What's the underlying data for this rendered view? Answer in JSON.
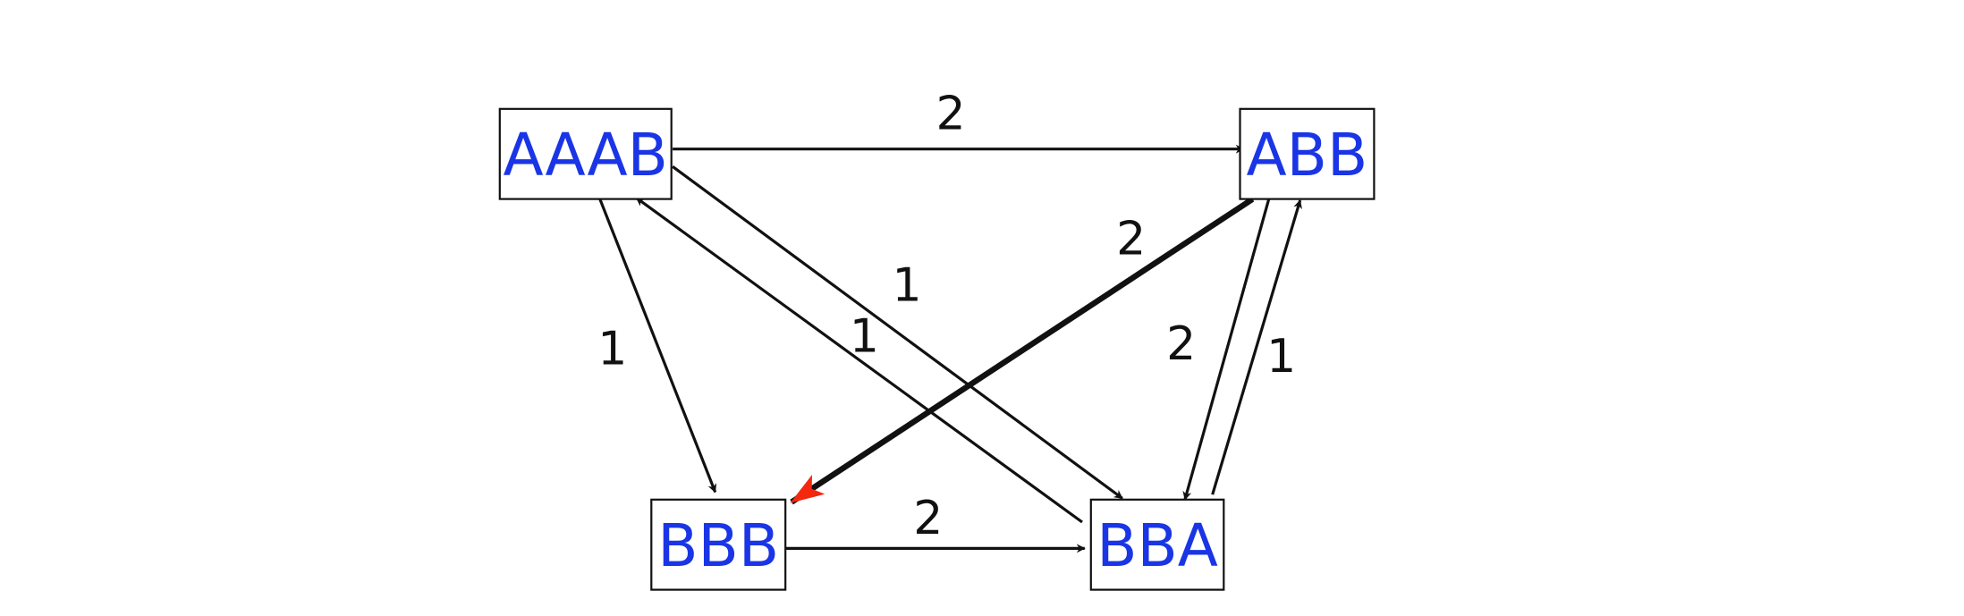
{
  "colors": {
    "node_text": "#1a35e6",
    "edge": "#111111",
    "highlight": "#f3280e",
    "node_border": "#111111",
    "background": "#ffffff"
  },
  "nodes": [
    {
      "id": "AAAB",
      "label": "AAAB"
    },
    {
      "id": "ABB",
      "label": "ABB"
    },
    {
      "id": "BBB",
      "label": "BBB"
    },
    {
      "id": "BBA",
      "label": "BBA"
    }
  ],
  "edges": [
    {
      "id": "aaab-abb",
      "from": "AAAB",
      "to": "ABB",
      "label": "2",
      "highlighted": false
    },
    {
      "id": "aaab-bbb",
      "from": "AAAB",
      "to": "BBB",
      "label": "1",
      "highlighted": false
    },
    {
      "id": "aaab-bba",
      "from": "AAAB",
      "to": "BBA",
      "label": "1",
      "highlighted": false
    },
    {
      "id": "bba-aaab",
      "from": "BBA",
      "to": "AAAB",
      "label": "1",
      "highlighted": false
    },
    {
      "id": "abb-bbb",
      "from": "ABB",
      "to": "BBB",
      "label": "2",
      "highlighted": true
    },
    {
      "id": "abb-bba",
      "from": "ABB",
      "to": "BBA",
      "label": "2",
      "highlighted": false
    },
    {
      "id": "bba-abb",
      "from": "BBA",
      "to": "ABB",
      "label": "1",
      "highlighted": false
    },
    {
      "id": "bbb-bba",
      "from": "BBB",
      "to": "BBA",
      "label": "2",
      "highlighted": false
    }
  ]
}
